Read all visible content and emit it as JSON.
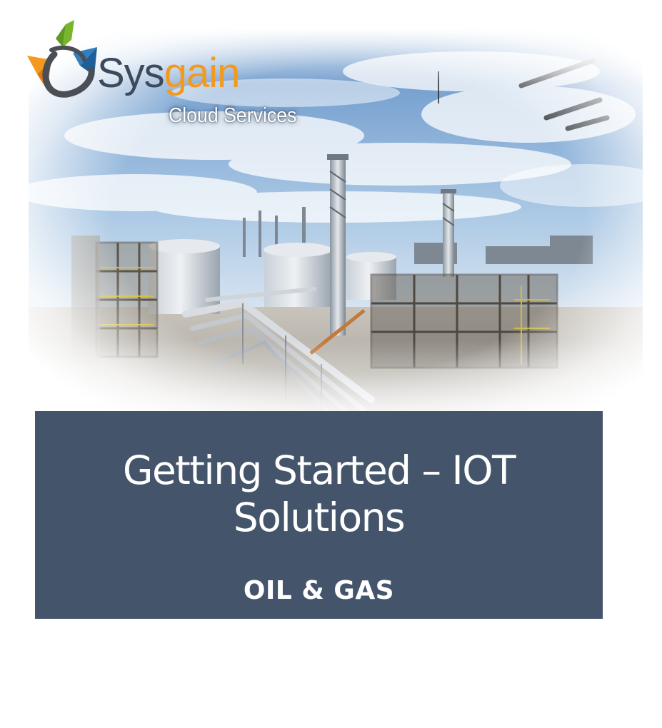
{
  "logo": {
    "name_part1": "Sys",
    "name_part2": "gain",
    "tagline": "Cloud Services",
    "brand_dark": "#3b4a5c",
    "brand_orange": "#f39a1e"
  },
  "title_box": {
    "title_line1": "Getting Started – IOT",
    "title_line2": "Solutions",
    "subtitle": "OIL & GAS",
    "background": "#44546a",
    "text_color": "#ffffff"
  },
  "hero": {
    "subject": "industrial-plant-photo"
  }
}
